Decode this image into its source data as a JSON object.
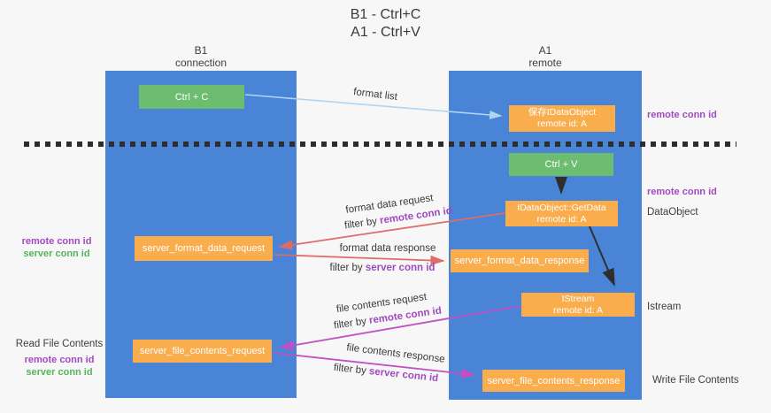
{
  "title": {
    "line1": "B1 - Ctrl+C",
    "line2": "A1 - Ctrl+V"
  },
  "lanes": {
    "left": {
      "name": "B1",
      "role": "connection"
    },
    "right": {
      "name": "A1",
      "role": "remote"
    }
  },
  "nodes": {
    "ctrl_c": {
      "label": "Ctrl + C"
    },
    "save_idataobject": {
      "line1": "保存IDataObject",
      "line2": "remote id: A"
    },
    "ctrl_v": {
      "label": "Ctrl + V"
    },
    "getdata": {
      "line1": "IDataObject::GetData",
      "line2": "remote id: A"
    },
    "format_request": {
      "label": "server_format_data_request"
    },
    "format_response": {
      "label": "server_format_data_response"
    },
    "istream": {
      "line1": "IStream",
      "line2": "remote id: A"
    },
    "file_request": {
      "label": "server_file_contents_request"
    },
    "file_response": {
      "label": "server_file_contents_response"
    }
  },
  "flow_labels": {
    "format_list": "format list",
    "format_data_request": "format data request",
    "filter_remote_1": {
      "prefix": "filter by ",
      "key": "remote conn id"
    },
    "format_data_response": "format data response",
    "filter_server_1": {
      "prefix": "filter by ",
      "key": "server conn id"
    },
    "file_contents_request": "file contents request",
    "filter_remote_2": {
      "prefix": "filter by ",
      "key": "remote conn id"
    },
    "file_contents_response": "file contents response",
    "filter_server_2": {
      "prefix": "filter by ",
      "key": "server conn id"
    }
  },
  "side_labels": {
    "right_remote_conn_1": "remote conn id",
    "right_remote_conn_2": "remote conn id",
    "dataobject": "DataObject",
    "istream": "Istream",
    "write_file": "Write File Contents",
    "left_remote_conn_1": "remote conn id",
    "left_server_conn_1": "server conn id",
    "read_file": "Read File Contents",
    "left_remote_conn_2": "remote conn id",
    "left_server_conn_2": "server conn id"
  },
  "colors": {
    "lane_blue": "#4a84d6",
    "node_orange": "#f9ad4d",
    "node_green": "#6cbd70",
    "arrow_light_blue": "#aed5f2",
    "arrow_red": "#e06a6a",
    "arrow_magenta": "#c44ec4",
    "arrow_black": "#2e2e2e",
    "label_purple": "#a04ac0",
    "label_green": "#55b45a",
    "text_dark": "#3c3c3c",
    "background": "#f7f7f7"
  }
}
